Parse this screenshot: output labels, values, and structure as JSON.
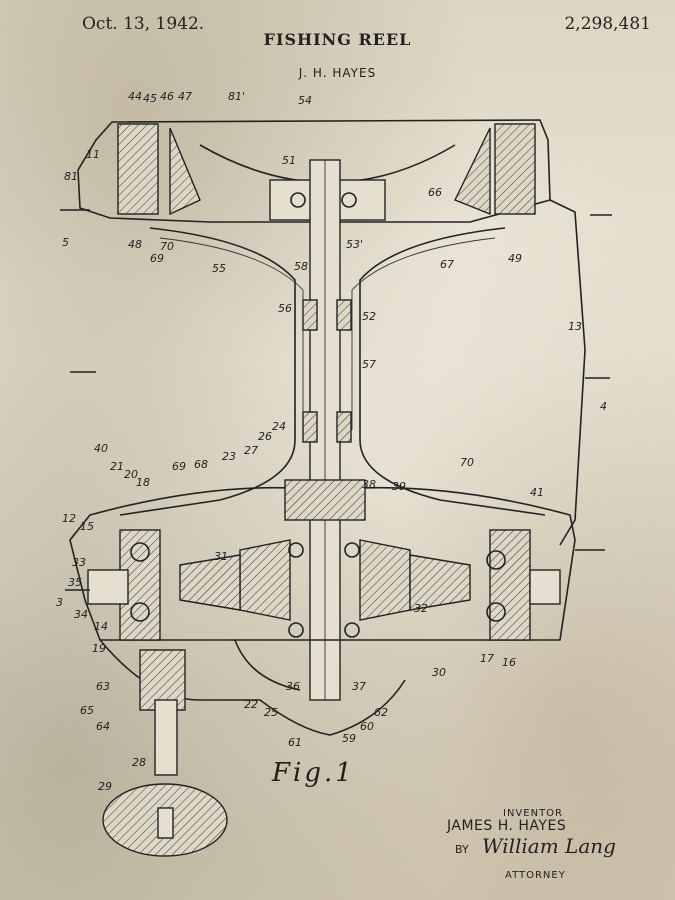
{
  "header": {
    "date": "Oct. 13, 1942.",
    "patent_number": "2,298,481",
    "title": "FISHING REEL",
    "inventor_short": "J. H. HAYES"
  },
  "figure": {
    "label": "Fig.1",
    "reference_numerals": [
      "44",
      "45",
      "46",
      "47",
      "81'",
      "54",
      "81",
      "11",
      "51",
      "66",
      "5",
      "48",
      "69",
      "70",
      "55",
      "58",
      "53'",
      "56",
      "52",
      "67",
      "49",
      "13",
      "4",
      "57",
      "40",
      "21",
      "20",
      "18",
      "69",
      "68",
      "23",
      "27",
      "26",
      "24",
      "38",
      "39",
      "70",
      "41",
      "12",
      "15",
      "33",
      "35",
      "31",
      "3",
      "34",
      "14",
      "19",
      "22",
      "25",
      "36",
      "37",
      "32",
      "30",
      "17",
      "16",
      "29",
      "28",
      "63",
      "65",
      "64",
      "61",
      "59",
      "60",
      "62"
    ]
  },
  "signature": {
    "inventor_label": "INVENTOR",
    "inventor_name": "JAMES H. HAYES",
    "by_label": "BY",
    "attorney_signature": "William Lang",
    "attorney_label": "ATTORNEY"
  }
}
